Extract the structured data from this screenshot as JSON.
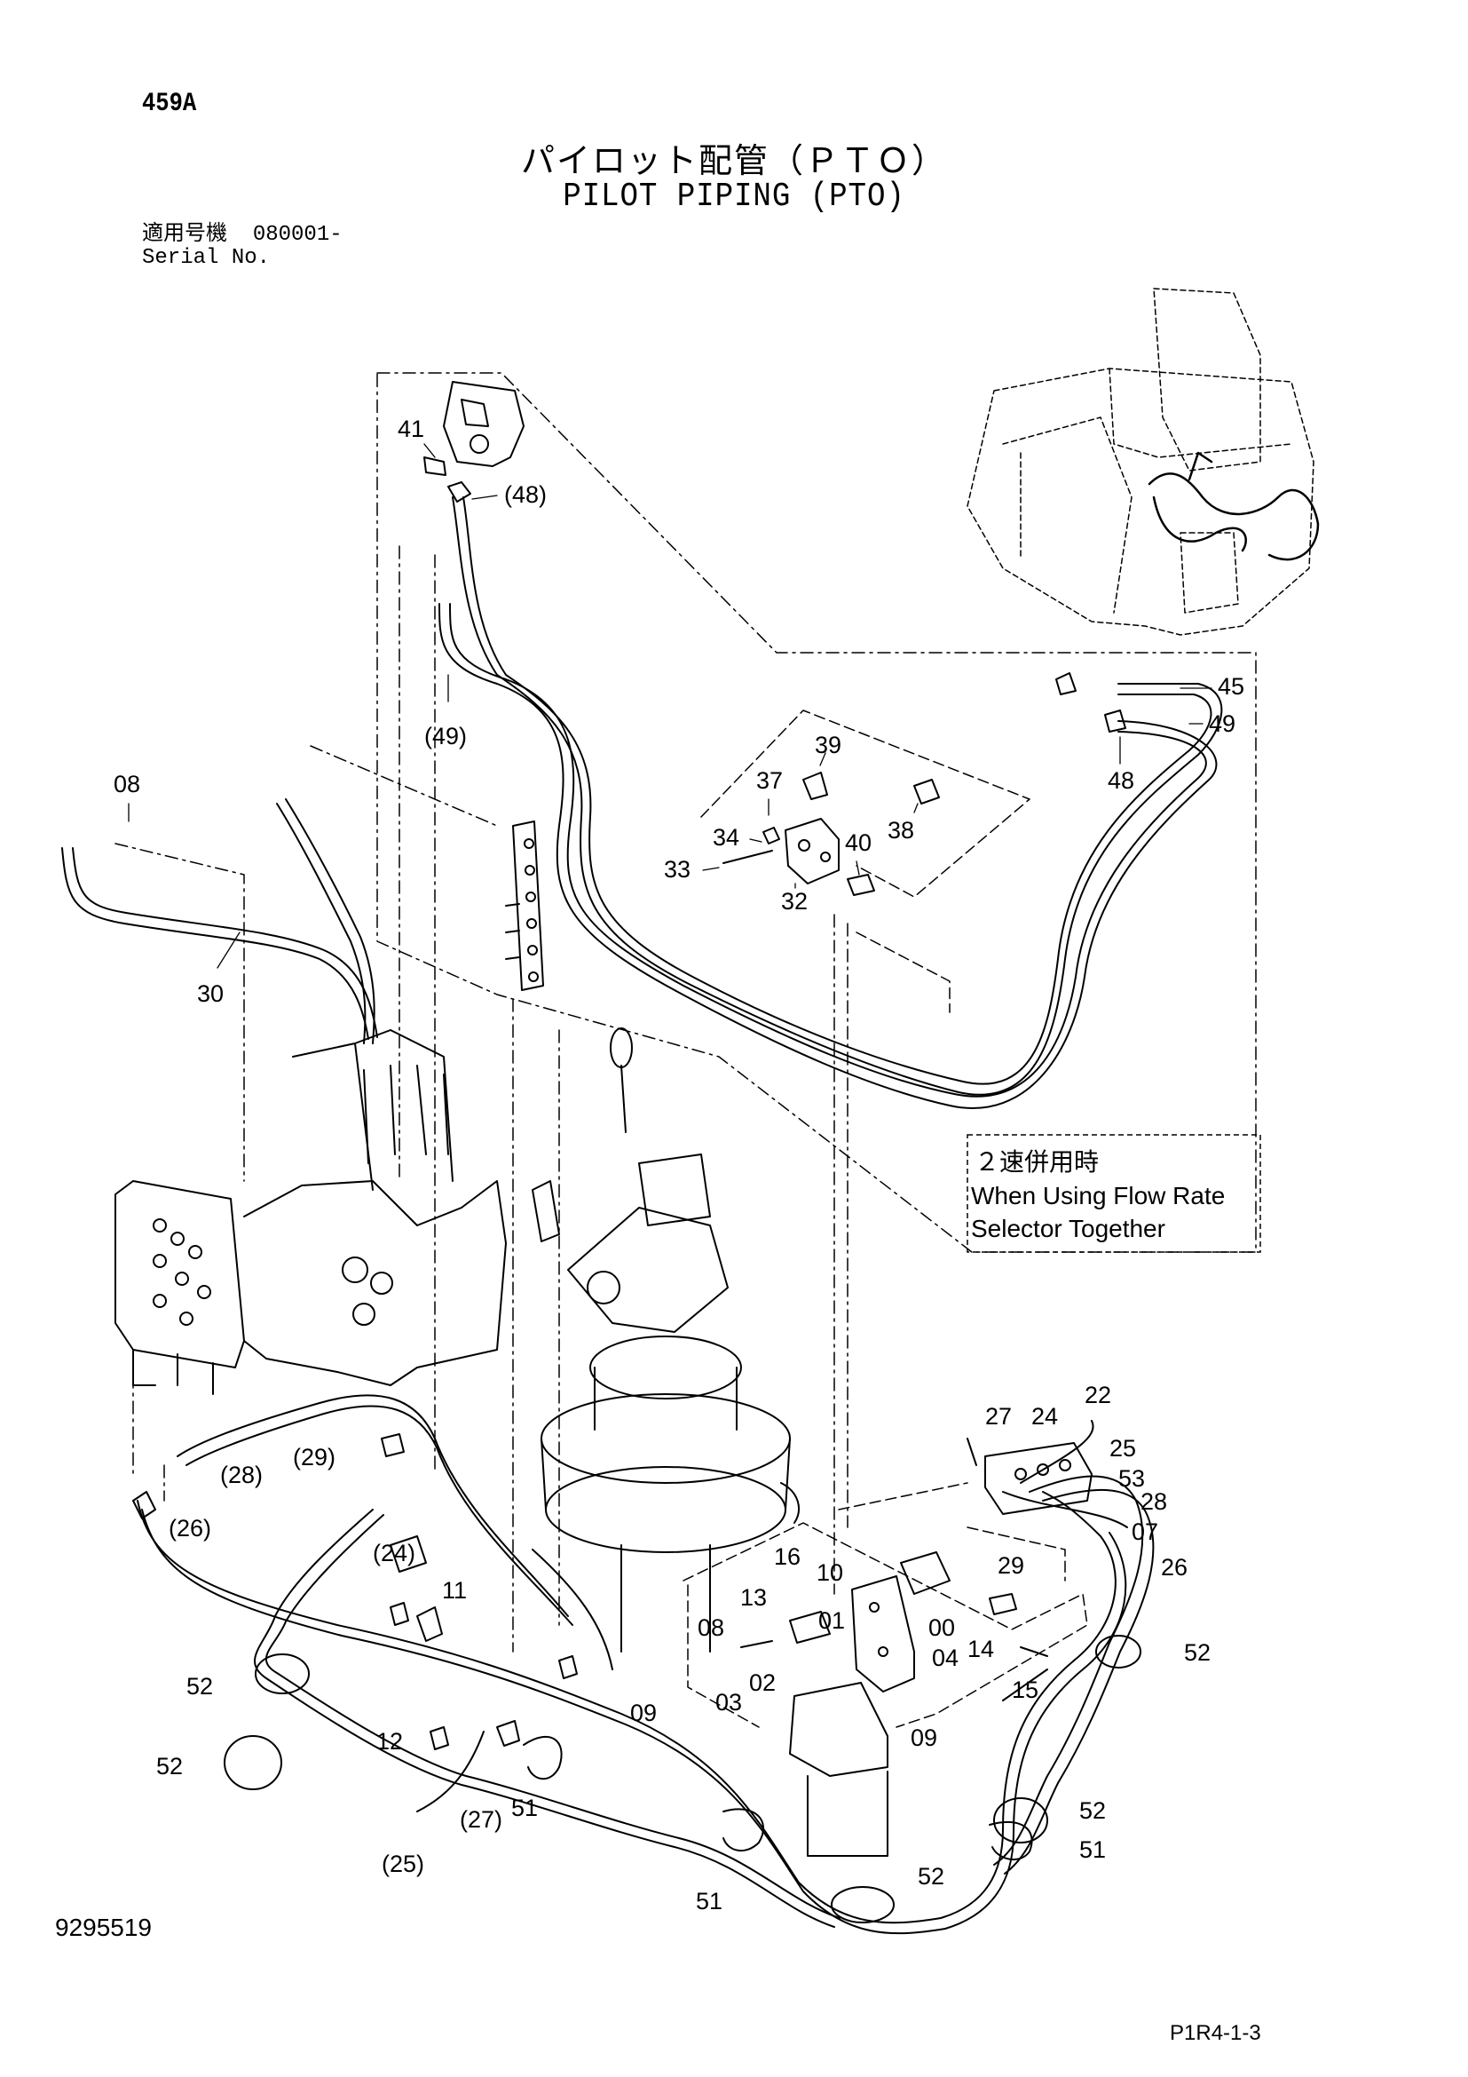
{
  "header": {
    "page_code": "459A",
    "title_jp": "パイロット配管（ＰＴＯ）",
    "title_en": "PILOT PIPING (PTO)",
    "serial_label_jp": "適用号機",
    "serial_value": "080001-",
    "serial_label_en": "Serial No."
  },
  "note": {
    "line1": "２速併用時",
    "line2": "When Using Flow Rate",
    "line3": "Selector Together"
  },
  "callouts": {
    "c41": "41",
    "c48p": "(48)",
    "c49p": "(49)",
    "c45": "45",
    "c49": "49",
    "c48": "48",
    "c39": "39",
    "c37": "37",
    "c34": "34",
    "c40": "40",
    "c38": "38",
    "c33": "33",
    "c32": "32",
    "c08a": "08",
    "c30": "30",
    "c28p": "(28)",
    "c29p": "(29)",
    "c26p": "(26)",
    "c24p": "(24)",
    "c11": "11",
    "c52a": "52",
    "c52b": "52",
    "c12": "12",
    "c27p": "(27)",
    "c25p": "(25)",
    "c51a": "51",
    "c09a": "09",
    "c51b": "51",
    "c27": "27",
    "c24": "24",
    "c22": "22",
    "c25": "25",
    "c53": "53",
    "c28": "28",
    "c07": "07",
    "c29": "29",
    "c26": "26",
    "c16": "16",
    "c10": "10",
    "c13": "13",
    "c08b": "08",
    "c01": "01",
    "c00": "00",
    "c04": "04",
    "c14": "14",
    "c02": "02",
    "c03": "03",
    "c15": "15",
    "c09b": "09",
    "c52c": "52",
    "c52d": "52",
    "c51c": "51",
    "c52e": "52"
  },
  "footer": {
    "doc_number": "9295519",
    "sheet_code": "P1R4-1-3"
  }
}
